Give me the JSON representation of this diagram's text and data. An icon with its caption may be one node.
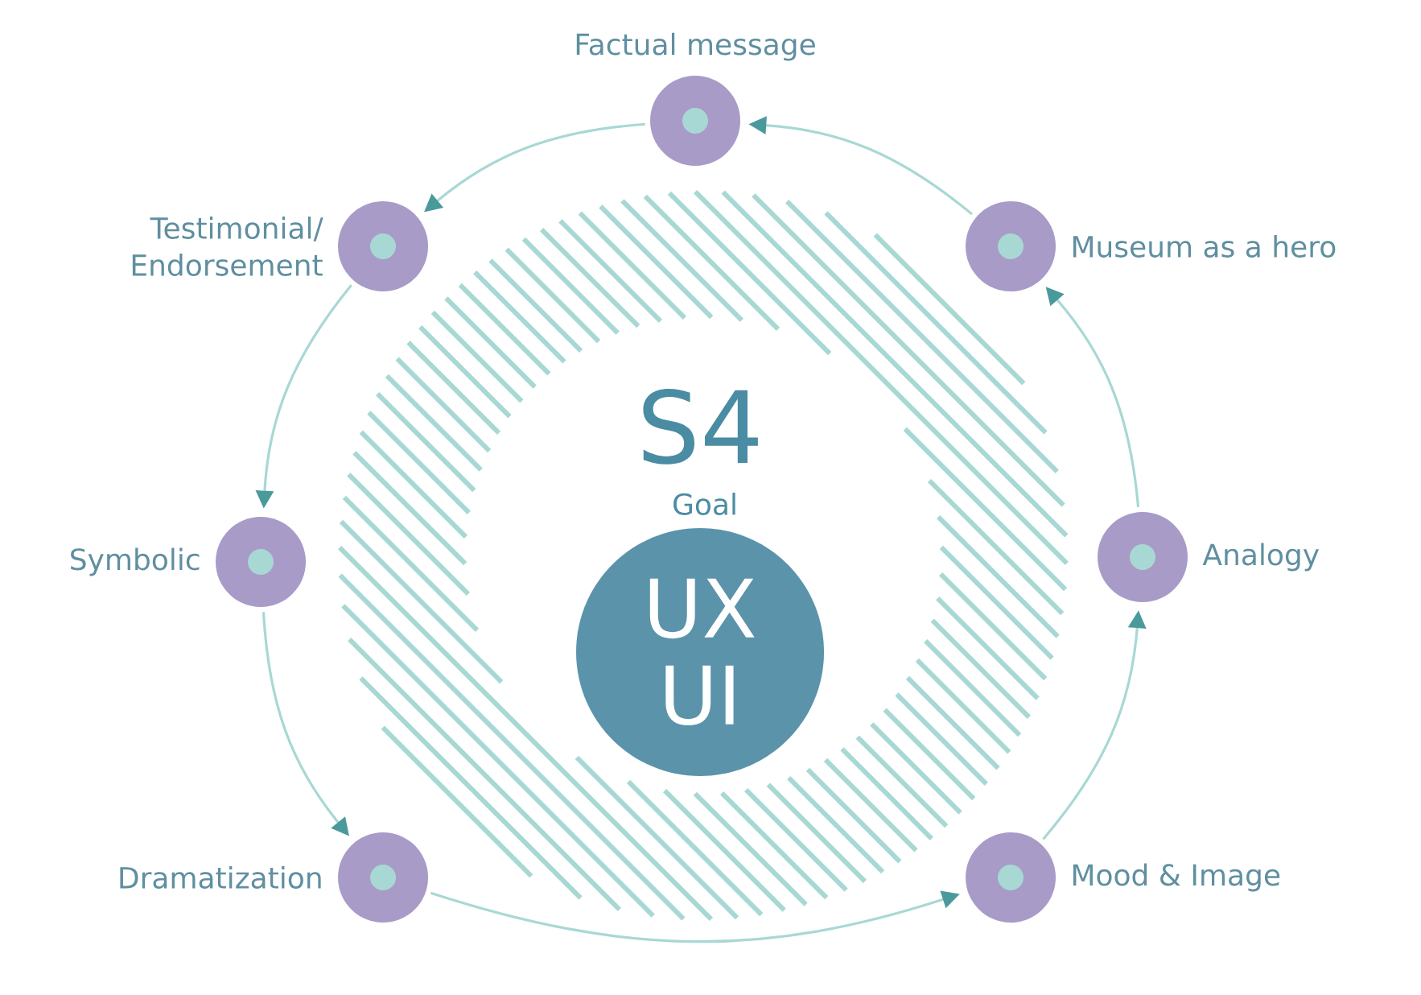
{
  "diagram": {
    "nodes": [
      {
        "text": [
          "Factual message"
        ]
      },
      {
        "text": [
          "Testimonial/ Endorsement"
        ]
      },
      {
        "text": [
          "Museum as a hero"
        ]
      },
      {
        "text": [
          "UX UI"
        ]
      },
      {
        "text": [
          "Symbolic"
        ]
      },
      {
        "text": [
          "Analogy"
        ]
      },
      {
        "text": [
          "Dramatization"
        ]
      },
      {
        "text": [
          "Mood & Image"
        ]
      }
    ],
    "edges": [
      {
        "from": 2,
        "to": 0,
        "arrow": "to"
      },
      {
        "from": 0,
        "to": 1,
        "arrow": "to"
      },
      {
        "from": 1,
        "to": 4,
        "arrow": "to"
      },
      {
        "from": 4,
        "to": 6,
        "arrow": "to"
      },
      {
        "from": 6,
        "to": 7,
        "arrow": "to"
      },
      {
        "from": 7,
        "to": 5,
        "arrow": "to"
      },
      {
        "from": 5,
        "to": 2,
        "arrow": "to"
      }
    ],
    "labels": [
      "S4",
      "Goal"
    ]
  }
}
